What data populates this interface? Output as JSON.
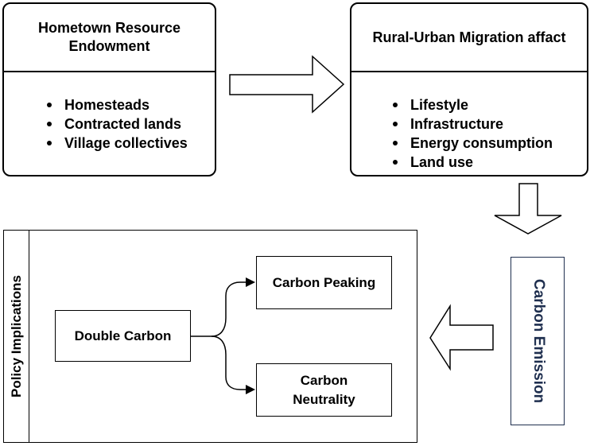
{
  "hometown": {
    "title": "Hometown Resource Endowment",
    "items": [
      "Homesteads",
      "Contracted lands",
      "Village collectives"
    ]
  },
  "migration": {
    "title": "Rural-Urban Migration affact",
    "items": [
      "Lifestyle",
      "Infrastructure",
      "Energy consumption",
      "Land use"
    ]
  },
  "carbon_emission": {
    "label": "Carbon Emission",
    "color": "#1f2f4f"
  },
  "policy": {
    "label": "Policy Implications",
    "double_carbon": "Double Carbon",
    "carbon_peaking": "Carbon Peaking",
    "carbon_neutrality": "Carbon Neutrality"
  }
}
